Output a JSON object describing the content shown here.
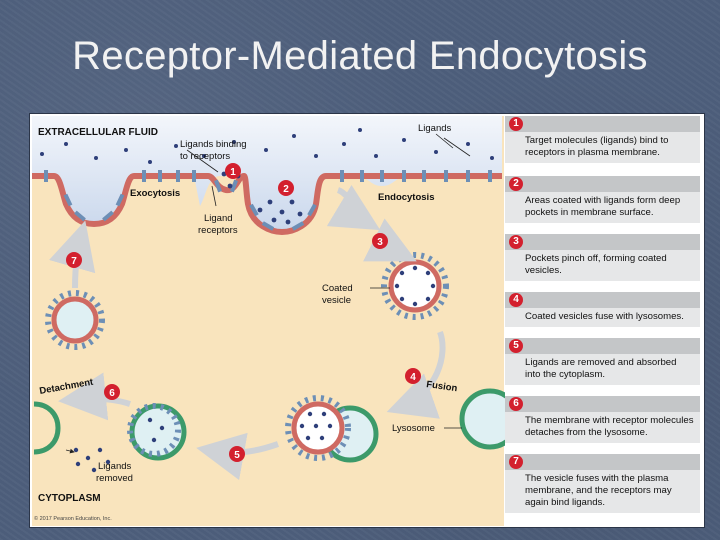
{
  "title": "Receptor-Mediated Endocytosis",
  "labels": {
    "extracellular": "EXTRACELLULAR FLUID",
    "cytoplasm": "CYTOPLASM",
    "ligands": "Ligands",
    "ligands_binding_1": "Ligands binding",
    "ligands_binding_2": "to receptors",
    "exocytosis": "Exocytosis",
    "endocytosis": "Endocytosis",
    "ligand_receptors_1": "Ligand",
    "ligand_receptors_2": "receptors",
    "coated_vesicle_1": "Coated",
    "coated_vesicle_2": "vesicle",
    "fusion": "Fusion",
    "lysosome": "Lysosome",
    "detachment": "Detachment",
    "ligands_removed_1": "Ligands",
    "ligands_removed_2": "removed",
    "copyright": "© 2017 Pearson Education, Inc."
  },
  "step_numbers": [
    "1",
    "2",
    "3",
    "4",
    "5",
    "6",
    "7"
  ],
  "steps": [
    {
      "num": "1",
      "text": "Target molecules (ligands) bind to receptors in plasma membrane."
    },
    {
      "num": "2",
      "text": "Areas coated with ligands form deep pockets in membrane surface."
    },
    {
      "num": "3",
      "text": "Pockets pinch off, forming coated vesicles."
    },
    {
      "num": "4",
      "text": "Coated vesicles fuse with lysosomes."
    },
    {
      "num": "5",
      "text": "Ligands are removed and absorbed into the cytoplasm."
    },
    {
      "num": "6",
      "text": "The membrane with receptor molecules detaches from the lysosome."
    },
    {
      "num": "7",
      "text": "The vesicle fuses with the plasma membrane, and the receptors may again bind ligands."
    }
  ],
  "colors": {
    "extracellular": "#d7e2f2",
    "cytoplasm": "#f9e4bd",
    "membrane": "#cf6a62",
    "receptor": "#6d8fb6",
    "ligand": "#2e3f7a",
    "lysosome": "#3c9a6a",
    "vesicle_fill": "#dff0f3",
    "badge": "#d3202e"
  }
}
